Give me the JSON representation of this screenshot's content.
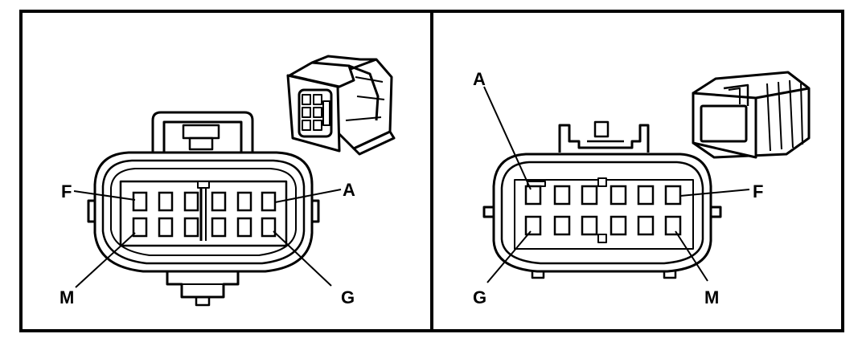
{
  "left_panel": {
    "labels": {
      "top_left": "F",
      "top_right": "A",
      "bottom_left": "M",
      "bottom_right": "G"
    }
  },
  "right_panel": {
    "labels": {
      "top_left": "A",
      "top_right": "F",
      "bottom_left": "G",
      "bottom_right": "M"
    }
  },
  "colors": {
    "ink": "#000000",
    "paper": "#ffffff"
  }
}
